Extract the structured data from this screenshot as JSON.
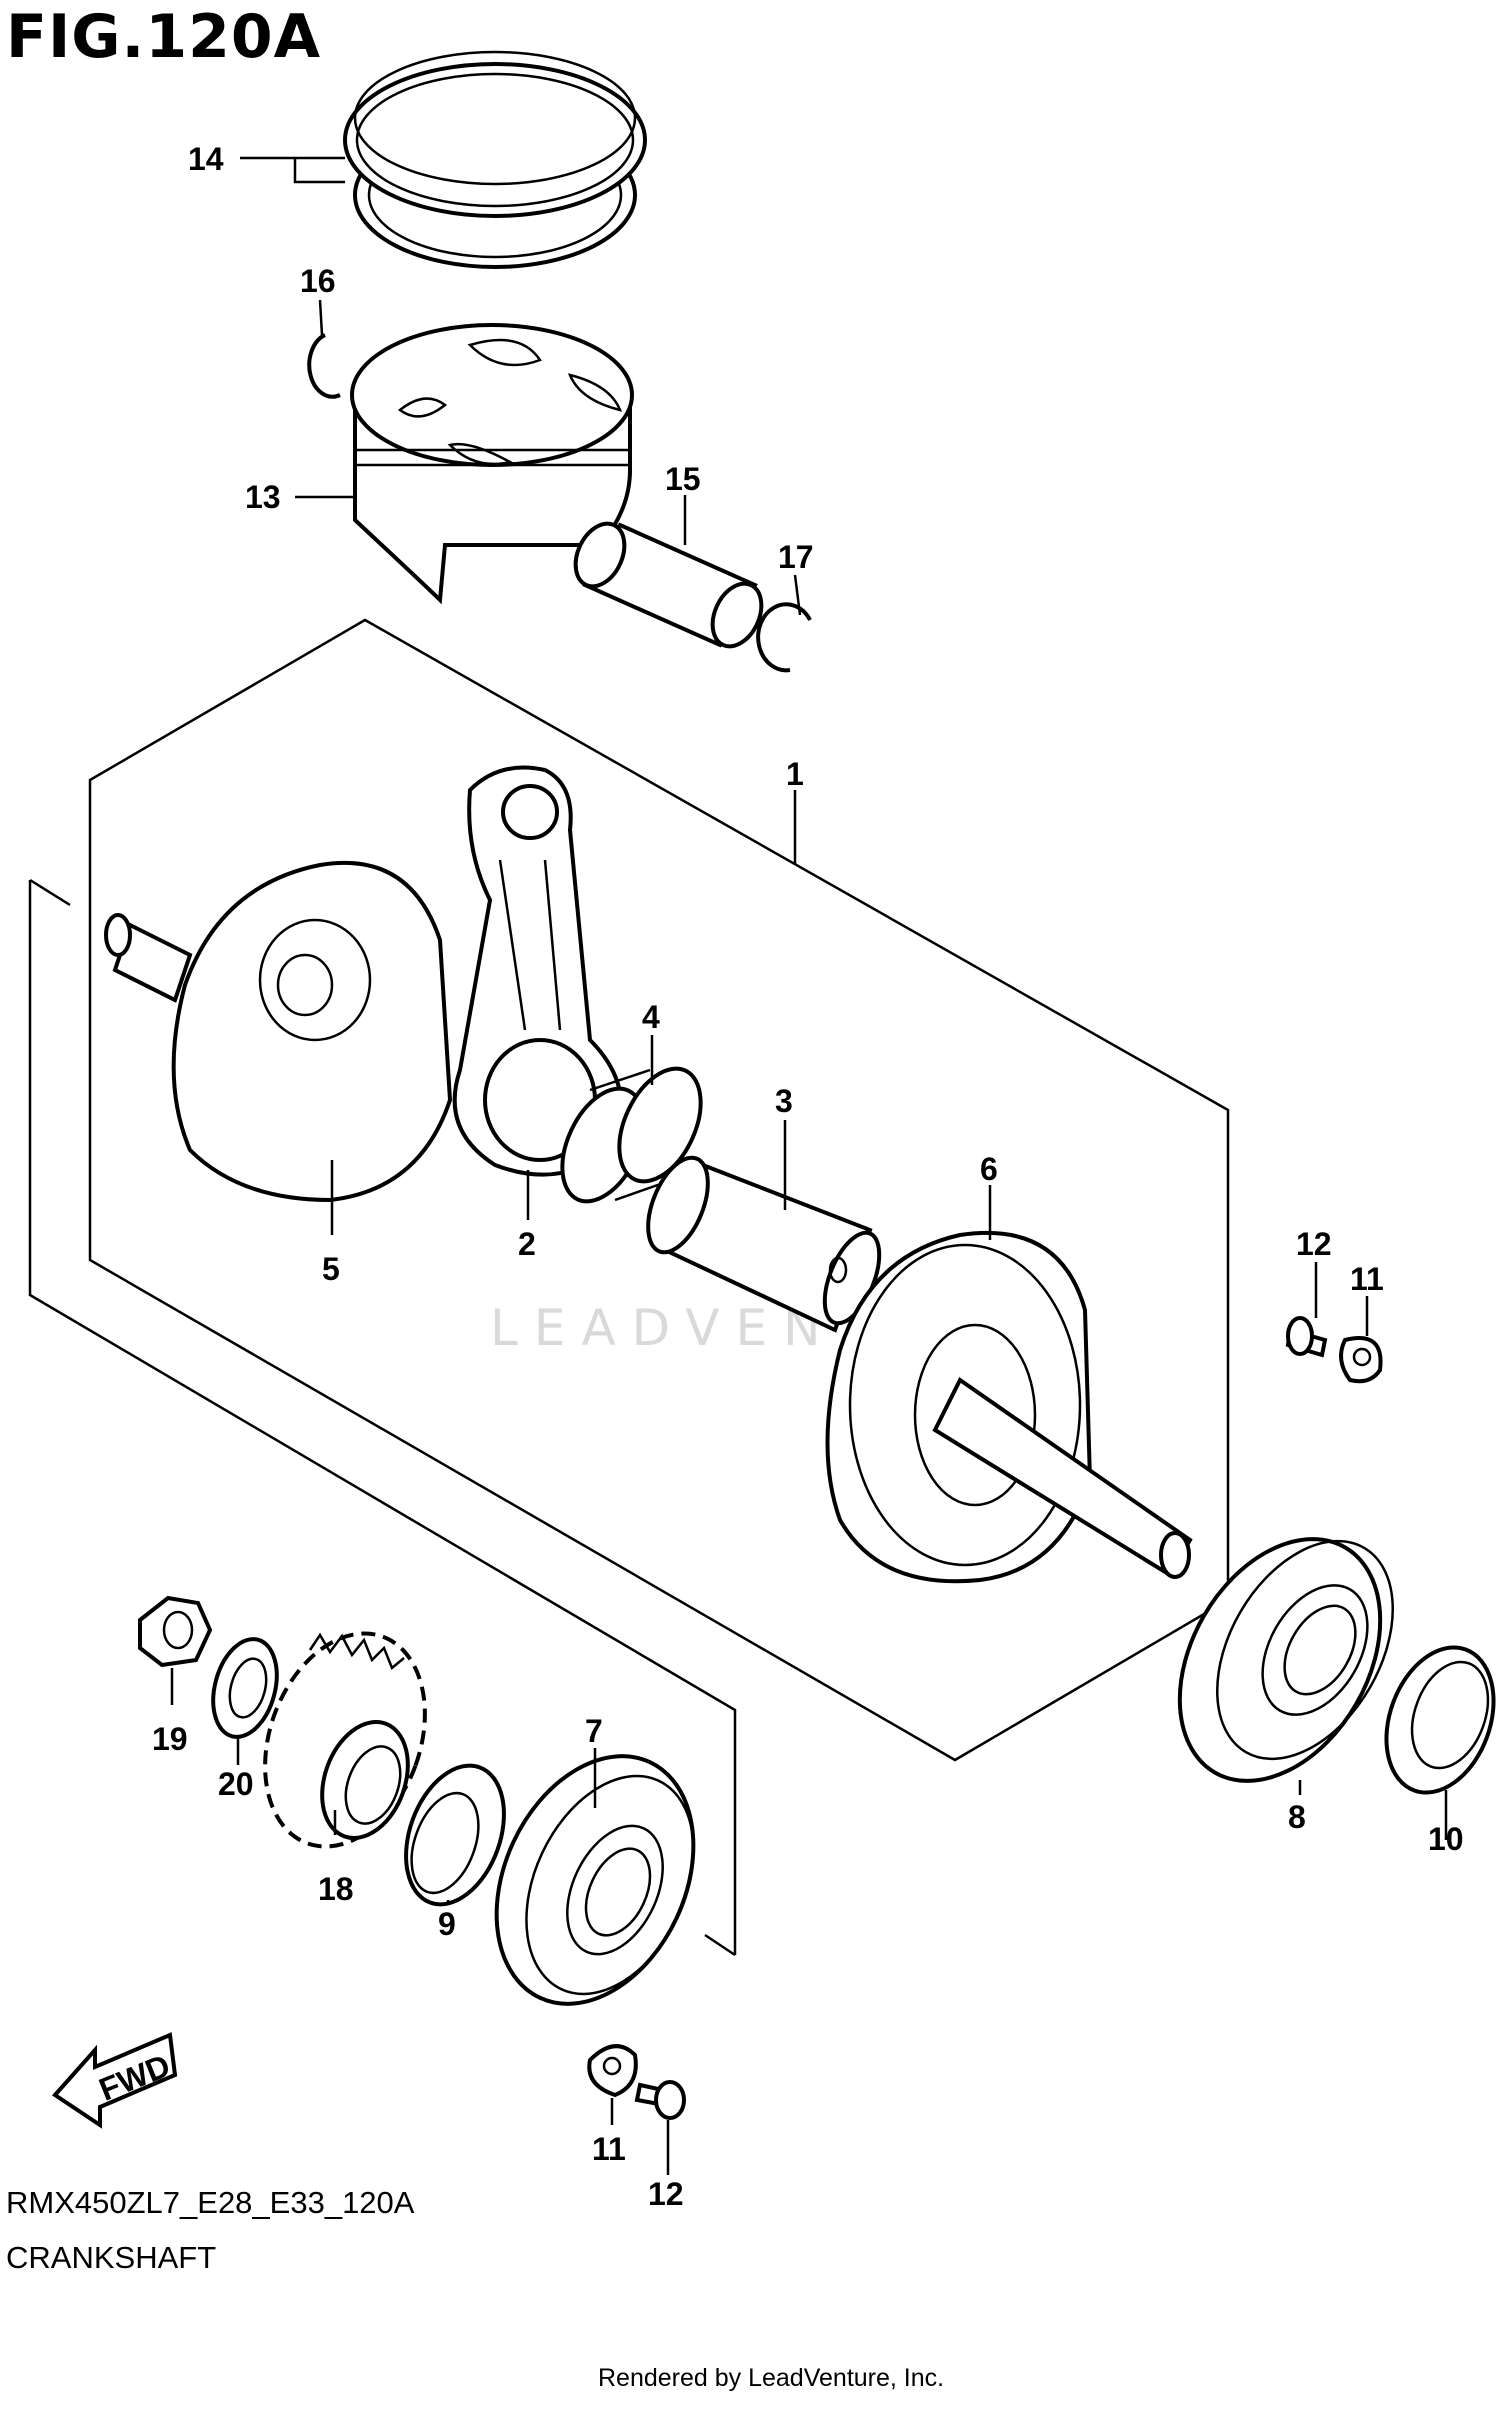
{
  "figure": {
    "title": "FIG.120A",
    "model_code": "RMX450ZL7_E28_E33_120A",
    "section_name": "CRANKSHAFT",
    "credit": "Rendered by LeadVenture, Inc.",
    "watermark": "LEADVENTURE",
    "direction_label": "FWD"
  },
  "callouts": {
    "c1": "1",
    "c2": "2",
    "c3": "3",
    "c4": "4",
    "c5": "5",
    "c6": "6",
    "c7": "7",
    "c8": "8",
    "c9": "9",
    "c10": "10",
    "c11a": "11",
    "c11b": "11",
    "c12a": "12",
    "c12b": "12",
    "c13": "13",
    "c14": "14",
    "c15": "15",
    "c16": "16",
    "c17": "17",
    "c18": "18",
    "c19": "19",
    "c20": "20"
  }
}
